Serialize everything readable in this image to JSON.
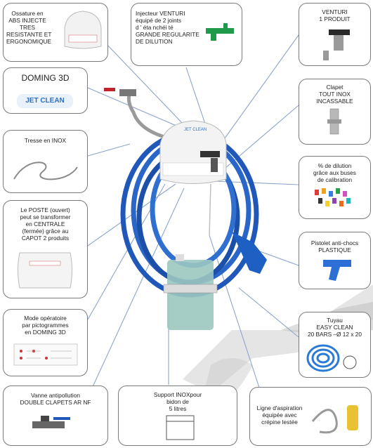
{
  "callouts": {
    "ossature": [
      "Ossature  en",
      "ABS INJECTE",
      "TRES",
      "RESISTANTE ET",
      "ERGONOMIQUE"
    ],
    "injecteur": [
      "Injecteur VENTURI",
      "équipé de 2 joints",
      "d ' éta nchéi té",
      "GRANDE REGULARITE",
      "DE DILUTION"
    ],
    "venturi": [
      "VENTURI",
      "1 PRODUIT"
    ],
    "doming": "DOMING 3D",
    "doming_logo": "JET CLEAN",
    "clapet": [
      "Clapet",
      "TOUT INOX",
      "INCASSABLE"
    ],
    "tresse": "Tresse en INOX",
    "dilution": [
      "% de dilution",
      "grâce aux buses",
      "de calibration"
    ],
    "poste": [
      "Le POSTE (ouvert)",
      "peut se transformer",
      "en CENTRALE",
      "(fermée) grâce au",
      "CAPOT 2 produits"
    ],
    "pistolet": [
      "Pistolet anti-chocs",
      "PLASTIQUE"
    ],
    "mode": [
      "Mode opératoire",
      "par pictogrammes",
      "en DOMING 3D"
    ],
    "tuyau": [
      "Tuyau",
      "EASY CLEAN",
      "20 BARS –Ø 12 x 20"
    ],
    "vanne": [
      "Vanne antipollution",
      "DOUBLE CLAPETS AR NF"
    ],
    "support": [
      "Support INOXpour",
      "bidon de",
      "5 litres"
    ],
    "ligne": [
      "Ligne d'aspiration",
      "équipée avec",
      "crépine lestée"
    ]
  },
  "colors": {
    "hose_blue": "#1f58b8",
    "leader_line": "#7f97c4",
    "green_injector": "#1f9a4a",
    "logo_blue": "#2f6fc0"
  }
}
